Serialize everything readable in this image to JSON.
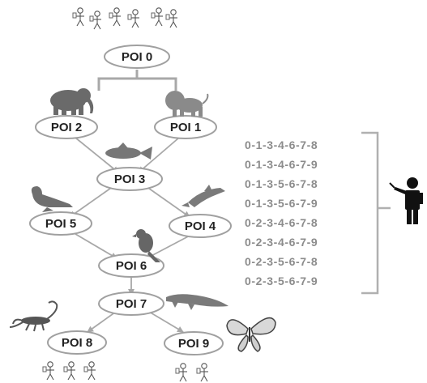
{
  "nodes": [
    {
      "id": "poi0",
      "label": "POI 0"
    },
    {
      "id": "poi1",
      "label": "POI 1"
    },
    {
      "id": "poi2",
      "label": "POI 2"
    },
    {
      "id": "poi3",
      "label": "POI 3"
    },
    {
      "id": "poi4",
      "label": "POI 4"
    },
    {
      "id": "poi5",
      "label": "POI 5"
    },
    {
      "id": "poi6",
      "label": "POI 6"
    },
    {
      "id": "poi7",
      "label": "POI 7"
    },
    {
      "id": "poi8",
      "label": "POI 8"
    },
    {
      "id": "poi9",
      "label": "POI 9"
    }
  ],
  "edges": [
    [
      "poi2",
      "poi3"
    ],
    [
      "poi1",
      "poi3"
    ],
    [
      "poi3",
      "poi5"
    ],
    [
      "poi3",
      "poi4"
    ],
    [
      "poi5",
      "poi6"
    ],
    [
      "poi4",
      "poi6"
    ],
    [
      "poi6",
      "poi7"
    ],
    [
      "poi7",
      "poi8"
    ],
    [
      "poi7",
      "poi9"
    ]
  ],
  "routes": [
    "0-1-3-4-6-7-8",
    "0-1-3-4-6-7-9",
    "0-1-3-5-6-7-8",
    "0-1-3-5-6-7-9",
    "0-2-3-4-6-7-8",
    "0-2-3-4-6-7-9",
    "0-2-3-5-6-7-8",
    "0-2-3-5-6-7-9"
  ],
  "icons": {
    "visitors": "visitor-icon",
    "guide": "guide-icon",
    "poi2": "elephant-icon",
    "poi1": "lion-icon",
    "poi3": "fish-icon",
    "poi5": "seal-icon",
    "poi4": "dolphin-icon",
    "poi6": "parrot-icon",
    "poi7": "crocodile-icon",
    "poi8": "scorpion-icon",
    "poi9": "butterfly-icon"
  },
  "colors": {
    "node_stroke": "#a0a0a0",
    "edge": "#a8a8a8",
    "route_text": "#8c8c8c",
    "bracket": "#b0b0b0"
  }
}
